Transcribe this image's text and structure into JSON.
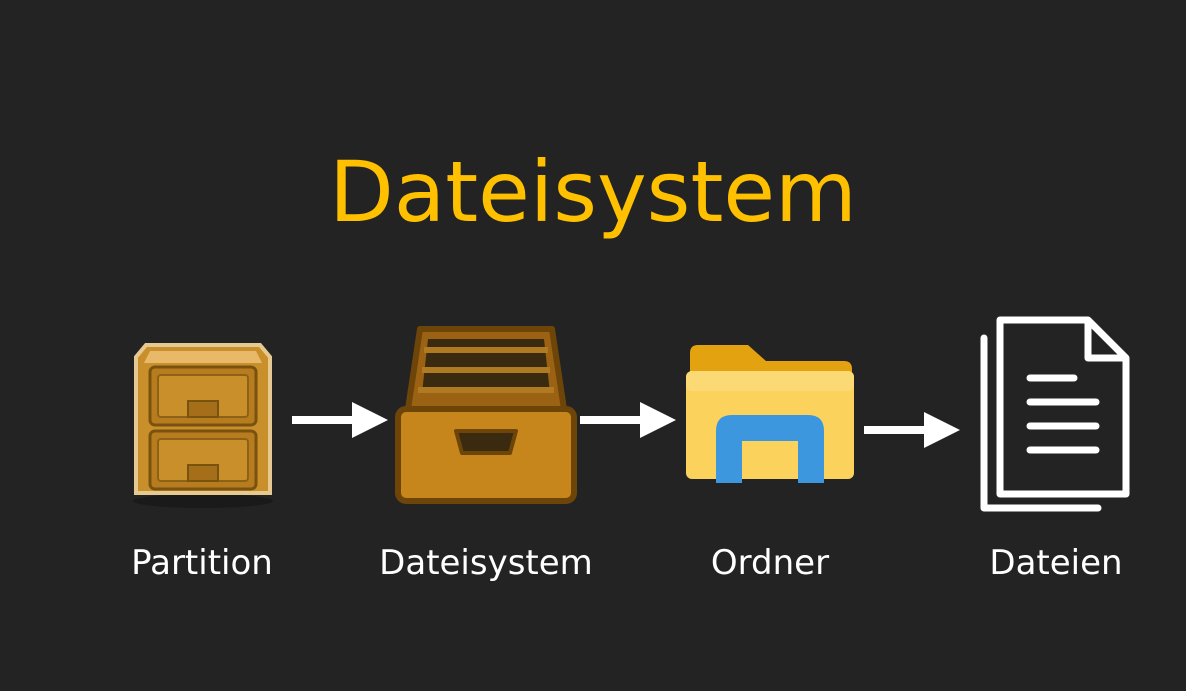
{
  "title": "Dateisystem",
  "colors": {
    "background": "#232323",
    "title": "#FFC000",
    "arrow": "#FFFFFF",
    "label": "#FFFFFF"
  },
  "steps": [
    {
      "label": "Partition",
      "icon": "file-cabinet-icon"
    },
    {
      "label": "Dateisystem",
      "icon": "drawer-icon"
    },
    {
      "label": "Ordner",
      "icon": "file-explorer-folder-icon"
    },
    {
      "label": "Dateien",
      "icon": "documents-icon"
    }
  ]
}
